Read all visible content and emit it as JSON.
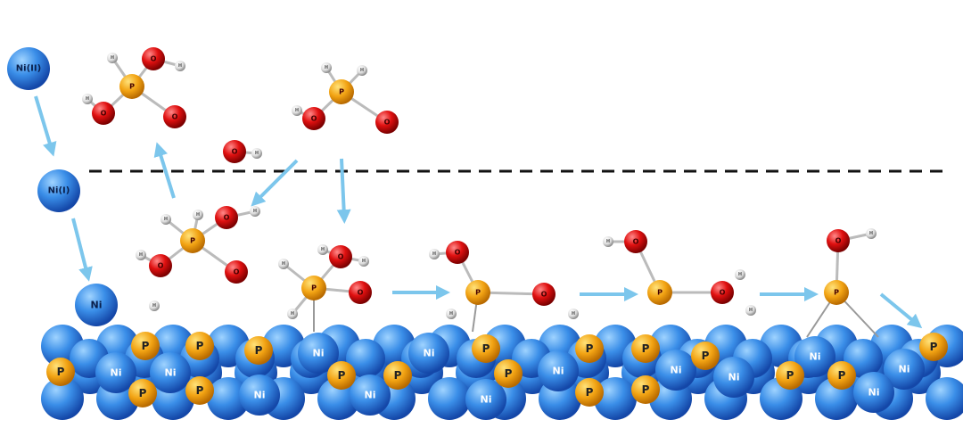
{
  "species": {
    "ni2": "Ni(II)",
    "ni1": "Ni(I)",
    "ni0": "Ni"
  },
  "atoms": {
    "phosphorus": "P",
    "oxygen": "O",
    "hydrogen": "H",
    "nickel": "Ni"
  },
  "colors": {
    "nickel": "#2f7fe0",
    "phosphorus": "#f2a313",
    "oxygen": "#e01010",
    "hydrogen": "#e8e8e8",
    "arrow": "#7cc6ec",
    "boundary": "#111111"
  }
}
